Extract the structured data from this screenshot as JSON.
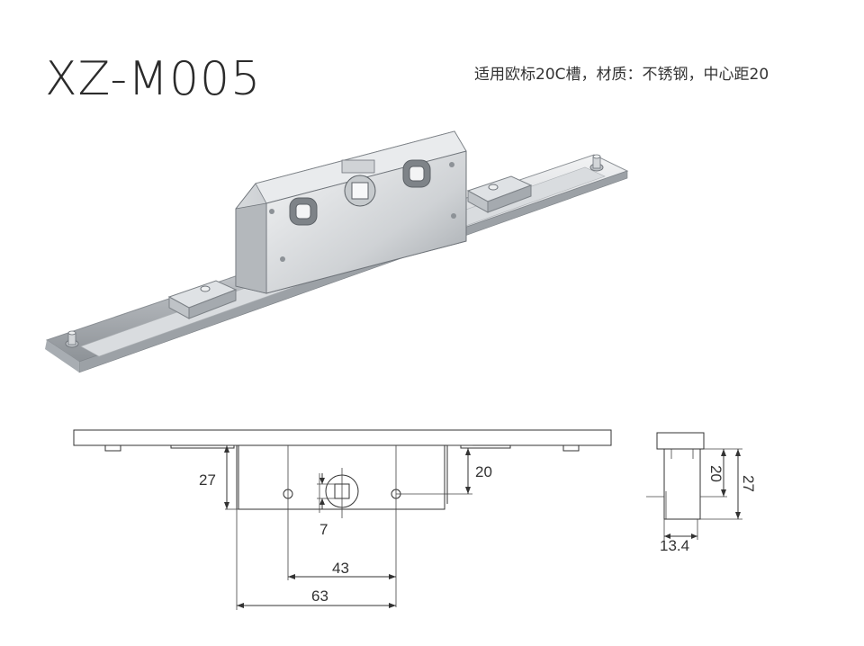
{
  "header": {
    "model_code": "XZ-M005",
    "spec": "适用欧标20C槽，材质：不锈钢，中心距20"
  },
  "drawing_front": {
    "dims": {
      "height": "27",
      "slot_depth": "20",
      "square": "7",
      "hole_spacing": "43",
      "body_width": "63"
    }
  },
  "drawing_side": {
    "dims": {
      "depth": "20",
      "height": "27",
      "width": "13.4"
    }
  },
  "colors": {
    "steel_light": "#e4e6e8",
    "steel_mid": "#b8bcc0",
    "steel_dark": "#7d8287",
    "line": "#333333"
  }
}
